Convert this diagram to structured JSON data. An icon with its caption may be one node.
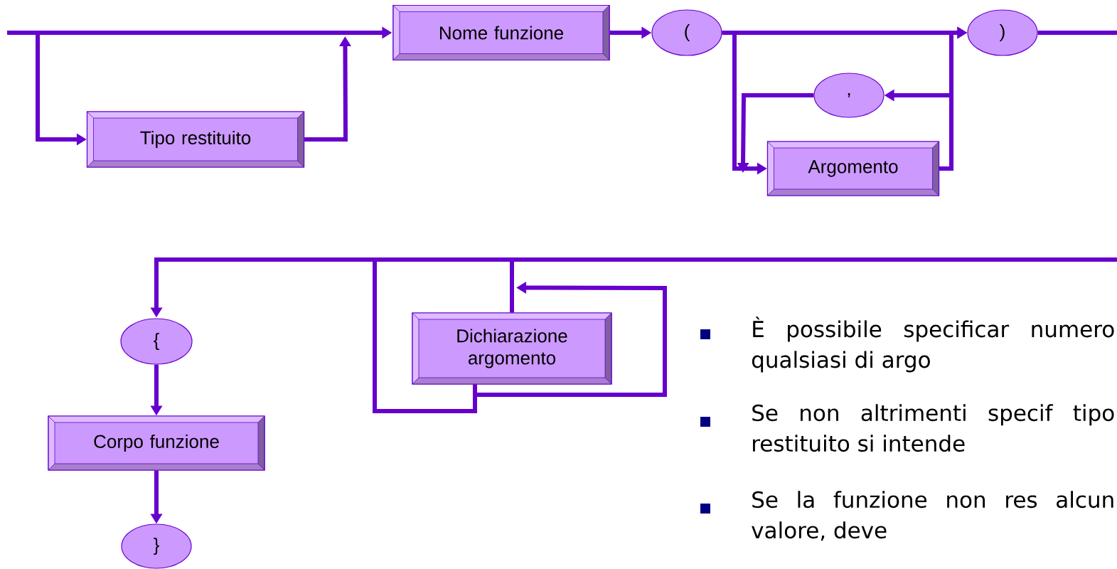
{
  "diagram": {
    "nodes": [
      {
        "text": [
          "Nome funzione"
        ]
      },
      {
        "text": [
          "("
        ]
      },
      {
        "text": [
          ")"
        ]
      },
      {
        "text": [
          "Tipo restituito"
        ]
      },
      {
        "text": [
          ","
        ]
      },
      {
        "text": [
          "Argomento"
        ]
      },
      {
        "text": [
          "{"
        ]
      },
      {
        "text": [
          "Dichiarazione argomento"
        ]
      },
      {
        "text": [
          "Corpo funzione"
        ]
      },
      {
        "text": [
          "}"
        ]
      }
    ],
    "edges": [
      {
        "from": null,
        "to": 0,
        "arrow": "to"
      },
      {
        "from": null,
        "to": 3,
        "arrow": "to"
      },
      {
        "from": 3,
        "to": 0,
        "arrow": "to"
      },
      {
        "from": 0,
        "to": 1,
        "arrow": "to"
      },
      {
        "from": 1,
        "to": 2,
        "arrow": "to"
      },
      {
        "from": 1,
        "to": 5,
        "arrow": "to"
      },
      {
        "from": 5,
        "to": 2,
        "arrow": "to"
      },
      {
        "from": 5,
        "to": 4,
        "arrow": "to"
      },
      {
        "from": 4,
        "to": 5,
        "arrow": "to"
      },
      {
        "from": 2,
        "to": null,
        "arrow": "none"
      },
      {
        "from": null,
        "to": 6,
        "arrow": "to"
      },
      {
        "from": null,
        "to": 7,
        "arrow": "none"
      },
      {
        "from": 7,
        "to": 7,
        "arrow": "to"
      },
      {
        "from": 7,
        "to": null,
        "arrow": "none"
      },
      {
        "from": 6,
        "to": 8,
        "arrow": "to"
      },
      {
        "from": 8,
        "to": 9,
        "arrow": "to"
      }
    ],
    "labels": [
      "È possibile specificar numero qualsiasi di argo",
      "Se non altrimenti specif tipo restituito si intende",
      "Se la funzione non res alcun valore, deve"
    ]
  }
}
